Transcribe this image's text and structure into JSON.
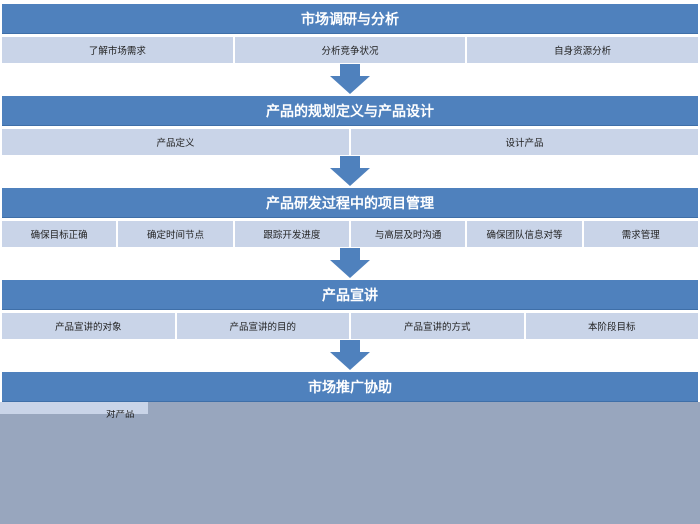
{
  "stages": [
    {
      "title": "市场调研与分析",
      "items": [
        "了解市场需求",
        "分析竞争状况",
        "自身资源分析"
      ]
    },
    {
      "title": "产品的规划定义与产品设计",
      "items": [
        "产品定义",
        "设计产品"
      ]
    },
    {
      "title": "产品研发过程中的项目管理",
      "items": [
        "确保目标正确",
        "确定时间节点",
        "跟踪开发进度",
        "与高层及时沟通",
        "确保团队信息对等",
        "需求管理"
      ]
    },
    {
      "title": "产品宣讲",
      "items": [
        "产品宣讲的对象",
        "产品宣讲的目的",
        "产品宣讲的方式",
        "本阶段目标"
      ]
    },
    {
      "title": "市场推广协助",
      "items": []
    }
  ],
  "colors": {
    "header": "#4f81bd",
    "item": "#c9d4e8",
    "arrow": "#4f81bd",
    "overlay": "#98a6be"
  },
  "partial_label": "对产品"
}
